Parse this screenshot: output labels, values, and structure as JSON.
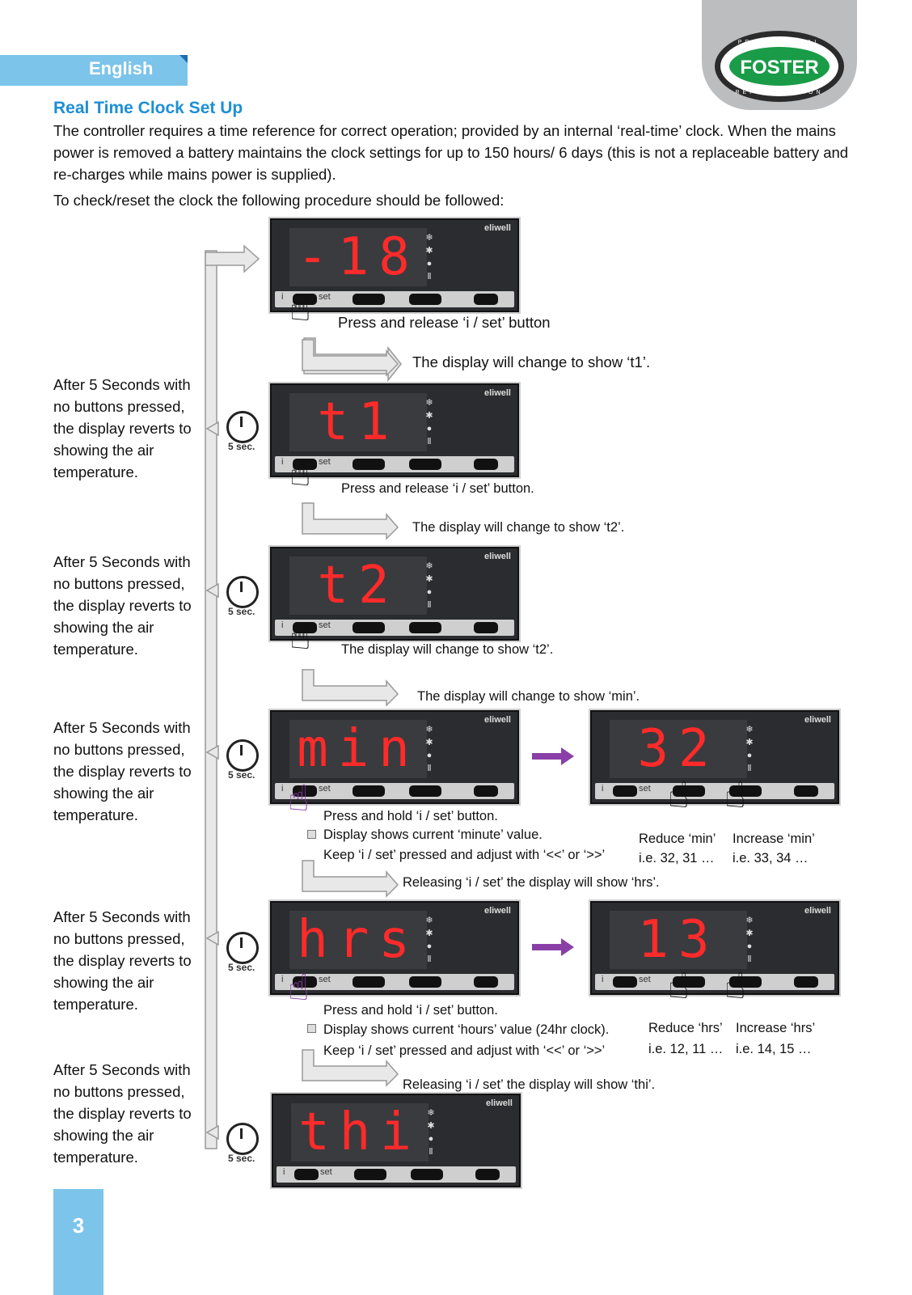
{
  "header": {
    "language": "English",
    "logo_text": "FOSTER",
    "logo_top_arc": "PROFESSIONAL",
    "logo_bottom_arc": "REFRIGERATION"
  },
  "title": "Real Time Clock Set Up",
  "intro": "The controller requires a time reference for correct operation; provided by an internal ‘real-time’ clock. When the mains power is removed a battery maintains the clock settings for up to 150 hours/ 6 days (this is not a replaceable battery and re-charges while mains power is supplied).",
  "procedure_intro": "To check/reset the clock the following procedure should be followed:",
  "side_note": "After 5 Seconds with no buttons pressed, the display reverts to showing the air temperature.",
  "timer_label": "5 sec.",
  "panel": {
    "brand": "eliwell",
    "set_label": "set",
    "i_label": "i"
  },
  "displays": {
    "d1": "-18",
    "d2": "t1",
    "d3": "t2",
    "d4": "min",
    "d4b": "32",
    "d5": "hrs",
    "d5b": "13",
    "d6": "thi"
  },
  "captions": {
    "c1": "Press and release ‘i / set’ button",
    "c2": "The display will change to show ‘t1’.",
    "c3": "Press and release ‘i / set’ button.",
    "c4": "The display will change to show ‘t2’.",
    "c5": "The display will change to show ‘t2’.",
    "c6": "The display will change to show ‘min’.",
    "c7a": "Press and hold ‘i / set’ button.",
    "c7b": "Display shows current ‘minute’ value.",
    "c7c": "Keep ‘i / set’ pressed and adjust with ‘<<’ or ‘>>’",
    "c7d": "Reduce ‘min’",
    "c7e": "i.e. 32, 31 …",
    "c7f": "Increase ‘min’",
    "c7g": "i.e. 33, 34 …",
    "c8": "Releasing ‘i / set’ the display will show ‘hrs’.",
    "c9a": "Press and hold ‘i / set’ button.",
    "c9b": "Display shows current ‘hours’ value (24hr clock).",
    "c9c": "Keep ‘i / set’ pressed and adjust with ‘<<’ or ‘>>’",
    "c9d": "Reduce ‘hrs’",
    "c9e": "i.e. 12, 11 …",
    "c9f": "Increase ‘hrs’",
    "c9g": "i.e. 14, 15 …",
    "c10": "Releasing ‘i / set’ the display will show ‘thi’."
  },
  "page_number": "3",
  "colors": {
    "accent": "#1d8fd6",
    "tab": "#7cc4ea",
    "digits": "#ff2a2a",
    "arrow": "#8a3fa8"
  }
}
